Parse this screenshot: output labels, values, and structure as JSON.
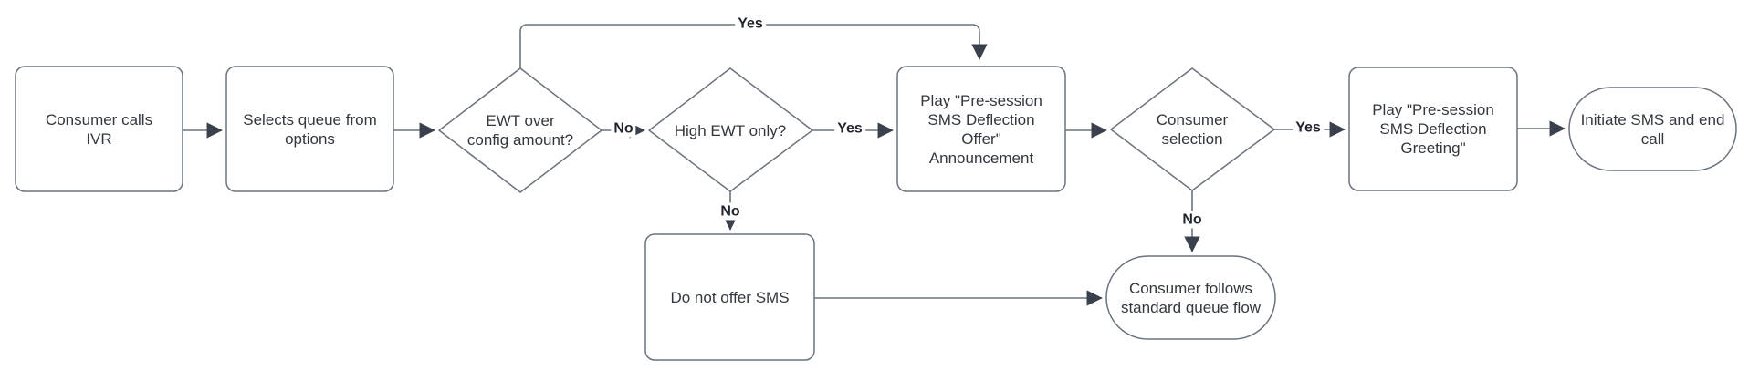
{
  "diagram": {
    "type": "flowchart",
    "background_color": "#ffffff",
    "colors": {
      "shape_border": "#6c737d",
      "shape_fill": "#ffffff",
      "edge_line": "#6c737d",
      "arrowhead": "#3a414d",
      "node_text": "#33383f",
      "edge_label_text": "#21262e"
    },
    "nodes": {
      "consumer_calls_ivr": {
        "shape": "rounded-rectangle",
        "label": "Consumer calls\nIVR"
      },
      "selects_queue": {
        "shape": "rounded-rectangle",
        "label": "Selects queue from\noptions"
      },
      "ewt_over_config": {
        "shape": "diamond",
        "label": "EWT over\nconfig amount?"
      },
      "high_ewt_only": {
        "shape": "diamond",
        "label": "High EWT only?"
      },
      "play_offer_announcement": {
        "shape": "rounded-rectangle",
        "label": "Play \"Pre-session\nSMS Deflection\nOffer\"\nAnnouncement"
      },
      "consumer_selection": {
        "shape": "diamond",
        "label": "Consumer\nselection"
      },
      "play_greeting": {
        "shape": "rounded-rectangle",
        "label": "Play \"Pre-session\nSMS Deflection\nGreeting\""
      },
      "initiate_sms_end_call": {
        "shape": "terminator-pill",
        "label": "Initiate SMS and end\ncall"
      },
      "do_not_offer_sms": {
        "shape": "rounded-rectangle",
        "label": "Do not offer SMS"
      },
      "standard_queue_flow": {
        "shape": "terminator-pill",
        "label": "Consumer follows\nstandard queue flow"
      }
    },
    "edges": [
      {
        "from": "consumer_calls_ivr",
        "to": "selects_queue",
        "label": ""
      },
      {
        "from": "selects_queue",
        "to": "ewt_over_config",
        "label": ""
      },
      {
        "from": "ewt_over_config",
        "to": "high_ewt_only",
        "label": "No"
      },
      {
        "from": "ewt_over_config",
        "to": "play_offer_announcement",
        "label": "Yes"
      },
      {
        "from": "high_ewt_only",
        "to": "play_offer_announcement",
        "label": "Yes"
      },
      {
        "from": "high_ewt_only",
        "to": "do_not_offer_sms",
        "label": "No"
      },
      {
        "from": "play_offer_announcement",
        "to": "consumer_selection",
        "label": ""
      },
      {
        "from": "consumer_selection",
        "to": "play_greeting",
        "label": "Yes"
      },
      {
        "from": "consumer_selection",
        "to": "standard_queue_flow",
        "label": "No"
      },
      {
        "from": "play_greeting",
        "to": "initiate_sms_end_call",
        "label": ""
      },
      {
        "from": "do_not_offer_sms",
        "to": "standard_queue_flow",
        "label": ""
      }
    ]
  }
}
